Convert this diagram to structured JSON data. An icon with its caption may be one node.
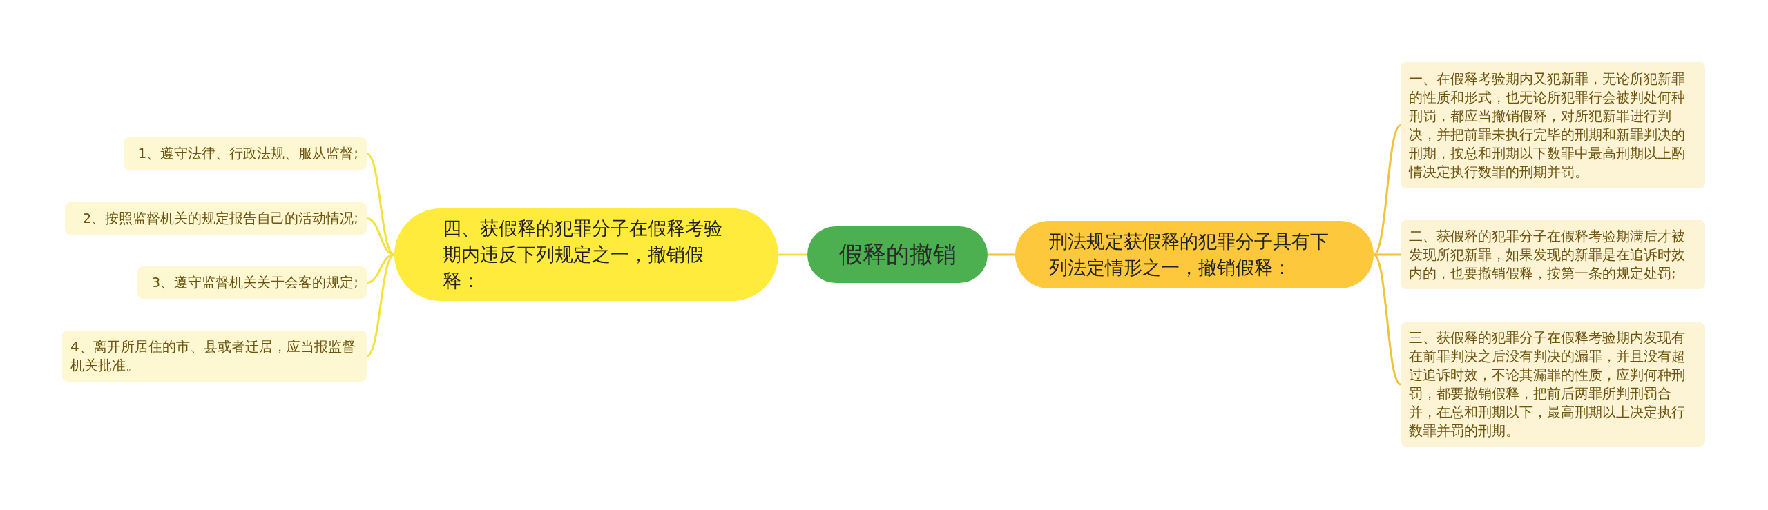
{
  "diagram": {
    "nodes": [
      {
        "text": [
          "假释的撤销"
        ]
      },
      {
        "text": [
          "四、获假释的犯罪分子在假释考验期内违反下列规定之一，撤销假释："
        ]
      },
      {
        "text": [
          "1、遵守法律、行政法规、服从监督;"
        ]
      },
      {
        "text": [
          "2、按照监督机关的规定报告自己的活动情况;"
        ]
      },
      {
        "text": [
          "3、遵守监督机关关于会客的规定;"
        ]
      },
      {
        "text": [
          "4、离开所居住的市、县或者迁居，应当报监督机关批准。"
        ]
      },
      {
        "text": [
          "刑法规定获假释的犯罪分子具有下列法定情形之一，撤销假释："
        ]
      },
      {
        "text": [
          "一、在假释考验期内又犯新罪，无论所犯新罪的性质和形式，也无论所犯罪行会被判处何种刑罚，都应当撤销假释，对所犯新罪进行判决，并把前罪未执行完毕的刑期和新罪判决的刑期，按总和刑期以下数罪中最高刑期以上酌情决定执行数罪的刑期并罚。"
        ]
      },
      {
        "text": [
          "二、获假释的犯罪分子在假释考验期满后才被发现所犯新罪，如果发现的新罪是在追诉时效内的，也要撤销假释，按第一条的规定处罚;"
        ]
      },
      {
        "text": [
          "三、获假释的犯罪分子在假释考验期内发现有在前罪判决之后没有判决的漏罪，并且没有超过追诉时效，不论其漏罪的性质，应判何种刑罚，都要撤销假释，把前后两罪所判刑罚合并，在总和刑期以下，最高刑期以上决定执行数罪并罚的刑期。"
        ]
      }
    ],
    "edges": [
      {
        "from": 0,
        "to": 1,
        "arrow": "none"
      },
      {
        "from": 1,
        "to": 2,
        "arrow": "none"
      },
      {
        "from": 1,
        "to": 3,
        "arrow": "none"
      },
      {
        "from": 1,
        "to": 4,
        "arrow": "none"
      },
      {
        "from": 1,
        "to": 5,
        "arrow": "none"
      },
      {
        "from": 0,
        "to": 6,
        "arrow": "none",
        "color": "#f0c33c"
      },
      {
        "from": 6,
        "to": 7,
        "arrow": "none",
        "color": "#f0c33c"
      },
      {
        "from": 6,
        "to": 8,
        "arrow": "none",
        "color": "#f0c33c"
      },
      {
        "from": 6,
        "to": 9,
        "arrow": "none",
        "color": "#f0c33c"
      }
    ]
  }
}
